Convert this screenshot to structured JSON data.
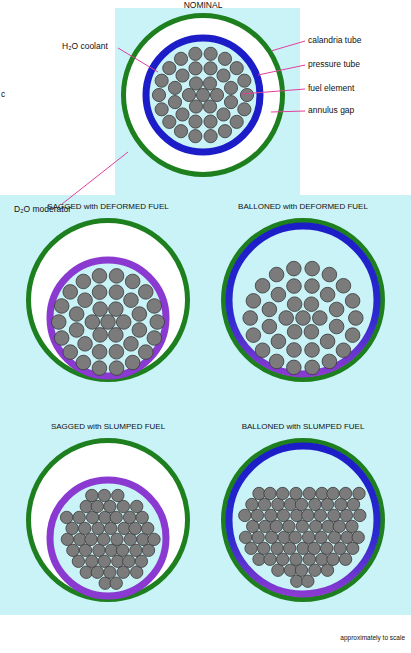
{
  "diagram": {
    "labels": [
      "NOMINAL",
      "H₂O coolant",
      "calandria tube",
      "pressure tube",
      "fuel element",
      "annulus gap",
      "c",
      "D₂O moderator",
      "SAGGED with DEFORMED FUEL",
      "BALLONED with DEFORMED FUEL",
      "SAGGED with SLUMPED FUEL",
      "BALLONED with SLUMPED FUEL",
      "approximately to scale"
    ]
  }
}
